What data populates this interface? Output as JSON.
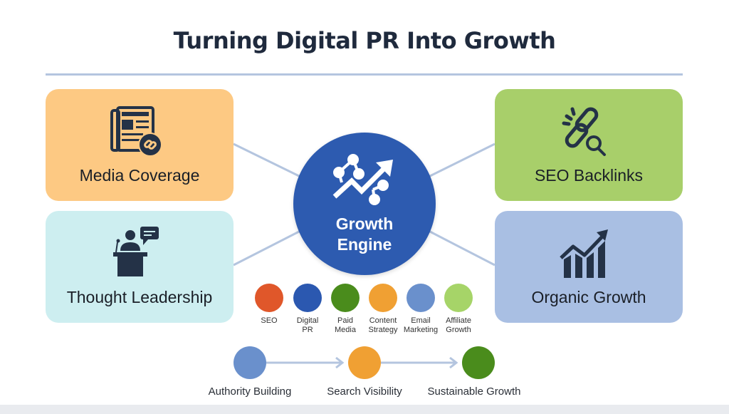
{
  "title": "Turning Digital PR Into Growth",
  "hub": {
    "line1": "Growth",
    "line2": "Engine",
    "icon": "growth-network-arrow-icon",
    "color": "#2d5bb0"
  },
  "cards": [
    {
      "id": "media-coverage",
      "label": "Media Coverage",
      "icon": "newspaper-link-icon",
      "color": "#fdc983"
    },
    {
      "id": "thought-leadership",
      "label": "Thought Leadership",
      "icon": "speaker-podium-icon",
      "color": "#cdeef0"
    },
    {
      "id": "seo-backlinks",
      "label": "SEO Backlinks",
      "icon": "chain-link-search-icon",
      "color": "#a8cf6a"
    },
    {
      "id": "organic-growth",
      "label": "Organic Growth",
      "icon": "bar-chart-trend-icon",
      "color": "#a9bfe3"
    }
  ],
  "legend": [
    {
      "label1": "SEO",
      "label2": "",
      "color": "#e0572a"
    },
    {
      "label1": "Digital",
      "label2": "PR",
      "color": "#2b58b0"
    },
    {
      "label1": "Paid",
      "label2": "Media",
      "color": "#4a8c1c"
    },
    {
      "label1": "Content",
      "label2": "Strategy",
      "color": "#f0a033"
    },
    {
      "label1": "Email",
      "label2": "Marketing",
      "color": "#6a90cc"
    },
    {
      "label1": "Affiliate",
      "label2": "Growth",
      "color": "#a6d468"
    }
  ],
  "flow": [
    {
      "label": "Authority Building",
      "color": "#6a90cc"
    },
    {
      "label": "Search Visibility",
      "color": "#f0a033"
    },
    {
      "label": "Sustainable Growth",
      "color": "#4a8c1c"
    }
  ],
  "colors": {
    "title": "#1f2a3d",
    "rule": "#b4c5df",
    "connector": "#b4c5df",
    "icon": "#243247"
  }
}
